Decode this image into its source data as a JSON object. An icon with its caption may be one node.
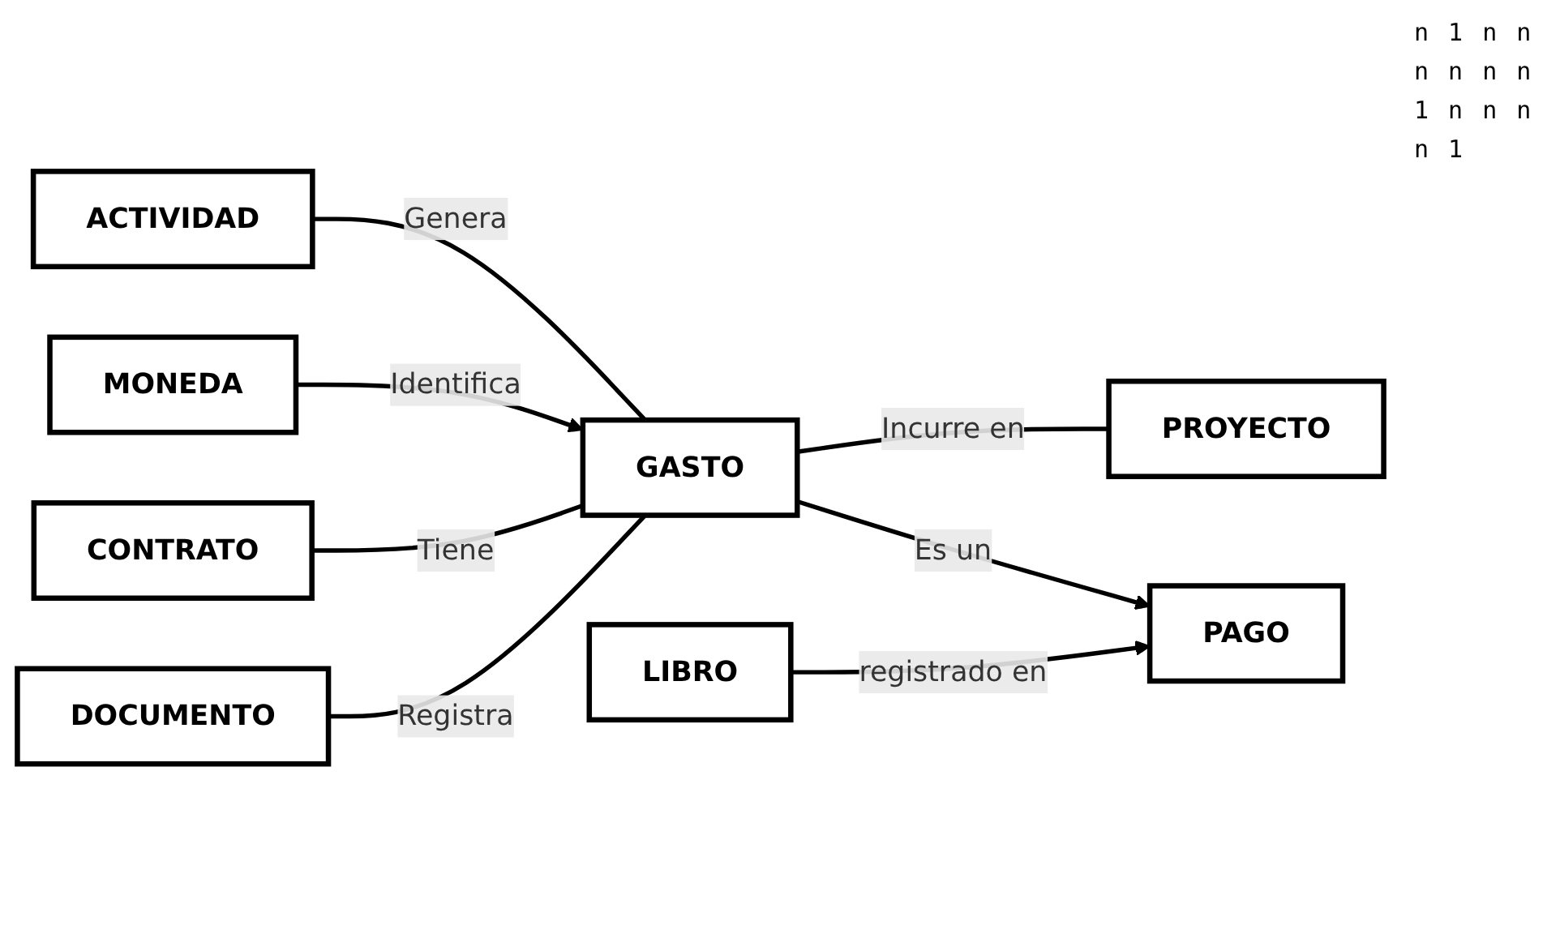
{
  "diagram": {
    "nodes": [
      {
        "text": [
          "ACTIVIDAD"
        ]
      },
      {
        "text": [
          "MONEDA"
        ]
      },
      {
        "text": [
          "CONTRATO"
        ]
      },
      {
        "text": [
          "GASTO"
        ]
      },
      {
        "text": [
          "PROYECTO"
        ]
      },
      {
        "text": [
          "PAGO"
        ]
      },
      {
        "text": [
          "DOCUMENTO"
        ]
      },
      {
        "text": [
          "LIBRO"
        ]
      }
    ],
    "edges": [
      {
        "from": 0,
        "to": 3,
        "arrow": "none",
        "label": "Genera"
      },
      {
        "from": 1,
        "to": 3,
        "arrow": "to",
        "label": "Identifica"
      },
      {
        "from": 2,
        "to": 3,
        "arrow": "none",
        "label": "Tiene"
      },
      {
        "from": 3,
        "to": 4,
        "arrow": "none",
        "label": "Incurre en"
      },
      {
        "from": 3,
        "to": 5,
        "arrow": "to",
        "label": "Es un"
      },
      {
        "from": 6,
        "to": 3,
        "arrow": "none",
        "label": "Registra"
      },
      {
        "from": 7,
        "to": 5,
        "arrow": "to",
        "label": "registrado en"
      }
    ],
    "labels": [
      "n",
      "1",
      "n",
      "n",
      "n",
      "n",
      "n",
      "n",
      "1",
      "n",
      "n",
      "n",
      "n",
      "1"
    ]
  }
}
